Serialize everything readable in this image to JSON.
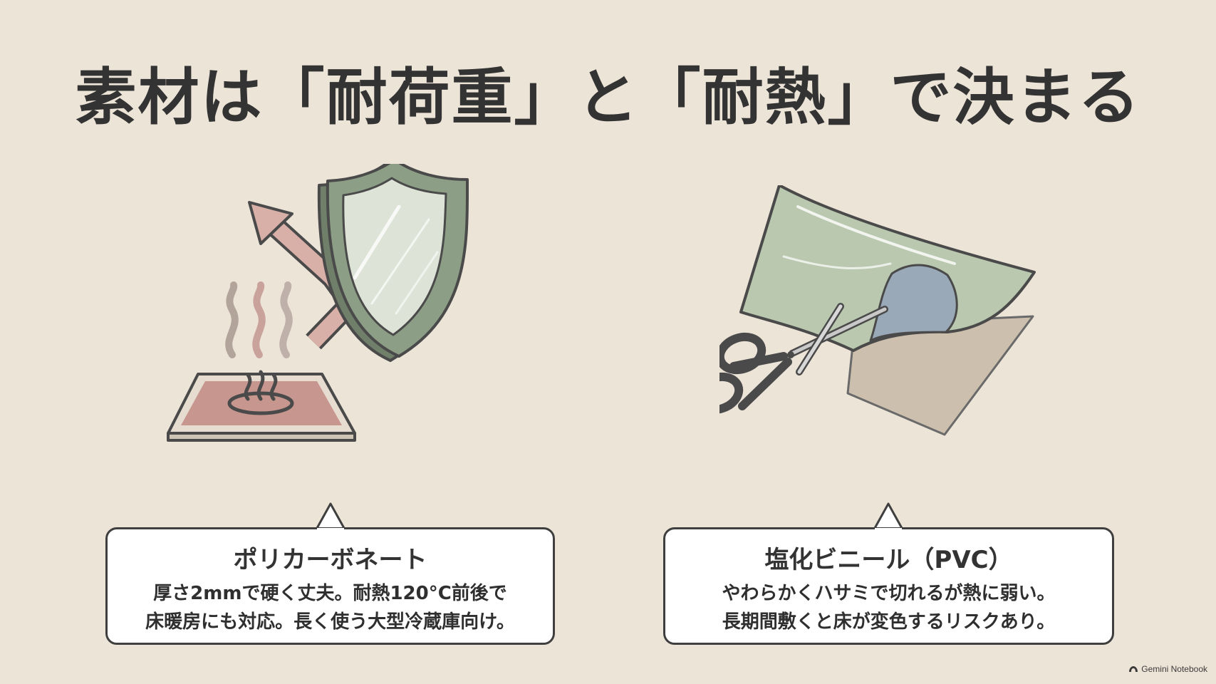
{
  "title": "素材は「耐荷重」と「耐熱」で決まる",
  "left_card": {
    "heading": "ポリカーボネート",
    "line1": "厚さ2mmで硬く丈夫。耐熱120°C前後で",
    "line2": "床暖房にも対応。長く使う大型冷蔵庫向け。",
    "icons": [
      "shield-icon",
      "deflect-arrow-icon",
      "heat-waves-icon",
      "heated-floor-icon"
    ]
  },
  "right_card": {
    "heading": "塩化ビニール（PVC）",
    "line1": "やわらかくハサミで切れるが熱に弱い。",
    "line2": "長期間敷くと床が変色するリスクあり。",
    "icons": [
      "clear-sheet-icon",
      "scissors-icon"
    ]
  },
  "brand": {
    "label": "Gemini Notebook"
  },
  "colors": {
    "background": "#ede4d8",
    "shield_green": "#8d9e86",
    "heat_pink": "#c99b93",
    "sheet_green": "#b9c8ae",
    "sheet_blue": "#9aa9b8",
    "outline": "#4a4a4a"
  }
}
